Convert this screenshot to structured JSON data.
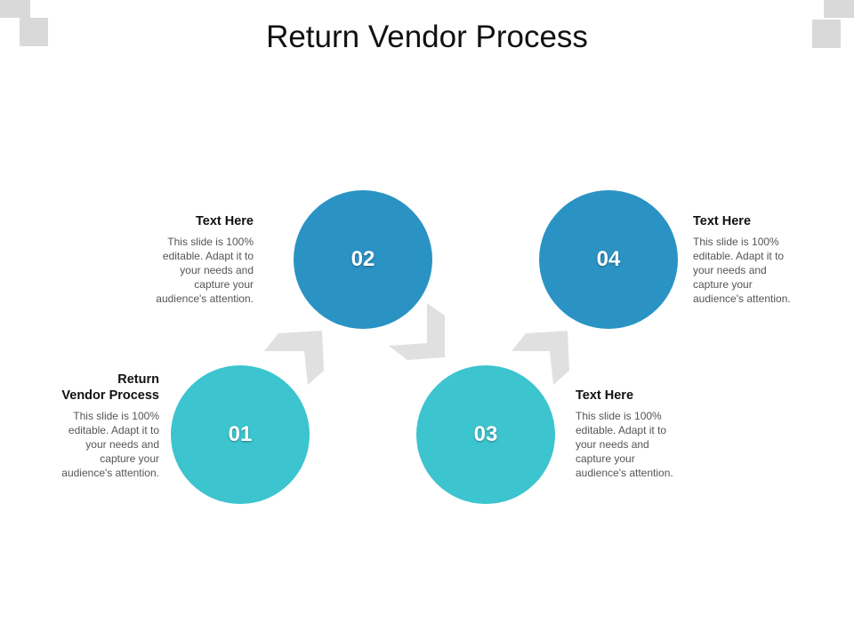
{
  "title": "Return Vendor Process",
  "steps": [
    {
      "number": "01",
      "heading_line1": "Return",
      "heading_line2": "Vendor Process",
      "body": [
        "This slide is 100%",
        "editable. Adapt it to",
        "your needs and",
        "capture your",
        "audience's attention."
      ]
    },
    {
      "number": "02",
      "heading": "Text Here",
      "body": [
        "This slide is 100%",
        "editable. Adapt it to",
        "your needs and",
        "capture your",
        "audience's attention."
      ]
    },
    {
      "number": "03",
      "heading": "Text Here",
      "body": [
        "This slide is 100%",
        "editable. Adapt it to",
        "your needs and",
        "capture your",
        "audience's attention."
      ]
    },
    {
      "number": "04",
      "heading": "Text Here",
      "body": [
        "This slide is 100%",
        "editable. Adapt it to",
        "your needs and",
        "capture your",
        "audience's attention."
      ]
    }
  ],
  "colors": {
    "circle_dark": "#2a93c4",
    "circle_light": "#3cc4cf",
    "arrow": "#e0e0e0",
    "corner_squares": "#d9d9d9"
  }
}
